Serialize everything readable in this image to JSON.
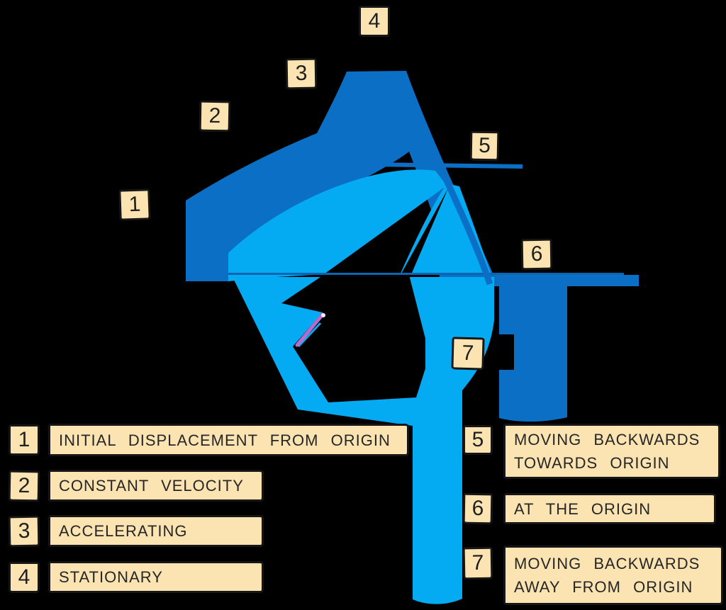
{
  "diagram": {
    "type": "displacement-time graph (annotated, marker-style strokes)",
    "background_color": "#000000",
    "colors": {
      "dark_blue_stroke": "#0b70c5",
      "light_blue_stroke": "#04abf2",
      "axis_line": "#0a66b2",
      "label_box_fill": "#fbe4b2",
      "label_box_border": "#161616",
      "label_text": "#262626",
      "pink_arrow_accent": "#c46fd0"
    },
    "markers": [
      {
        "num": "1"
      },
      {
        "num": "2"
      },
      {
        "num": "3"
      },
      {
        "num": "4"
      },
      {
        "num": "5"
      },
      {
        "num": "6"
      },
      {
        "num": "7"
      }
    ],
    "legend_left": [
      {
        "num": "1",
        "label": "INITIAL DISPLACEMENT FROM ORIGIN"
      },
      {
        "num": "2",
        "label": "CONSTANT VELOCITY"
      },
      {
        "num": "3",
        "label": "ACCELERATING"
      },
      {
        "num": "4",
        "label": "STATIONARY"
      }
    ],
    "legend_right": [
      {
        "num": "5",
        "label": "MOVING BACKWARDS TOWARDS ORIGIN"
      },
      {
        "num": "6",
        "label": "AT THE ORIGIN"
      },
      {
        "num": "7",
        "label": "MOVING BACKWARDS AWAY FROM ORIGIN"
      }
    ],
    "curve_segments": [
      {
        "num": "1",
        "meaning": "initial displacement from origin"
      },
      {
        "num": "2",
        "meaning": "constant velocity"
      },
      {
        "num": "3",
        "meaning": "accelerating"
      },
      {
        "num": "4",
        "meaning": "stationary"
      },
      {
        "num": "5",
        "meaning": "moving backwards towards origin"
      },
      {
        "num": "6",
        "meaning": "at the origin"
      },
      {
        "num": "7",
        "meaning": "moving backwards away from origin"
      }
    ]
  }
}
